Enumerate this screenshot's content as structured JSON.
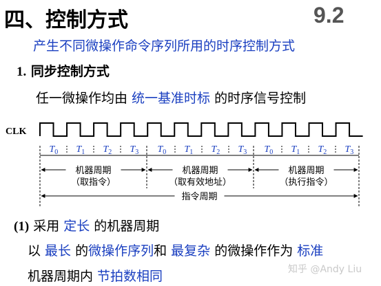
{
  "slide": {
    "title": "四、控制方式",
    "page_number": "9.2",
    "subtitle": "产生不同微操作命令序列所用的时序控制方式",
    "section1": {
      "number": "1.",
      "text": "同步控制方式"
    },
    "line2": {
      "prefix": "任一微操作均由 ",
      "highlight": "统一基准时标",
      "suffix": " 的时序信号控制"
    },
    "timing": {
      "clk_label": "CLK",
      "t_labels": [
        "T0",
        "T1",
        "T2",
        "T3"
      ],
      "cycles": [
        {
          "name": "机器周期",
          "sub": "（取指令）"
        },
        {
          "name": "机器周期",
          "sub": "（取有效地址）"
        },
        {
          "name": "机器周期",
          "sub": "（执行指令）"
        }
      ],
      "instruction_cycle": "指令周期"
    },
    "section2": {
      "number": "(1)",
      "prefix": " 采用 ",
      "highlight": "定长",
      "suffix": " 的机器周期"
    },
    "line3": {
      "p1": "以 ",
      "h1": "最长",
      "p2": " 的",
      "h2": "微操作序列",
      "p3": "和 ",
      "h3": "最复杂",
      "p4": " 的微操作作为 ",
      "h4": "标准"
    },
    "line4": {
      "p1": "机器周期内 ",
      "h1": "节拍数相同"
    },
    "watermark": "知乎 @Andy Liu"
  },
  "colors": {
    "accent": "#1a3fc0",
    "page_number": "#555555",
    "watermark": "#c9c9c9"
  }
}
